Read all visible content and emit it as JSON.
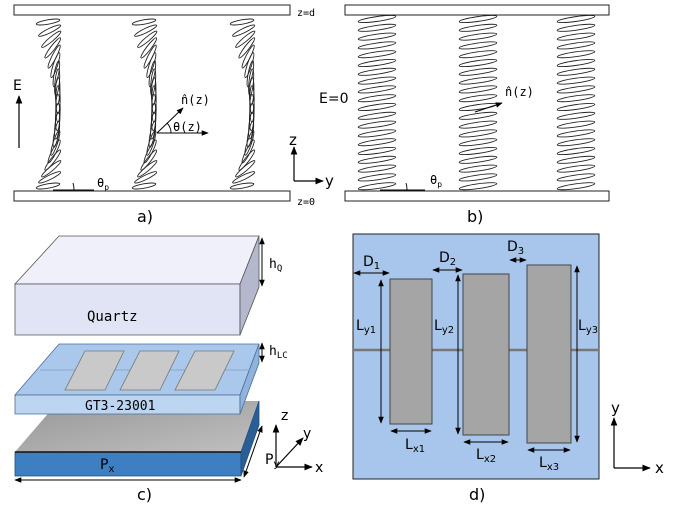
{
  "panel_a": {
    "caption": "a)",
    "z_top": "z=d",
    "z_bottom": "z=0",
    "field_label": "E",
    "director": "n̂(z)",
    "theta": "θ(z)",
    "pretilt": "θ",
    "pretilt_sub": "p"
  },
  "panel_b": {
    "caption": "b)",
    "field_label": "E=0",
    "director": "n̂(z)",
    "pretilt": "θ",
    "pretilt_sub": "p"
  },
  "axes_ab": {
    "z": "z",
    "y": "y"
  },
  "panel_c": {
    "caption": "c)",
    "quartz_label": "Quartz",
    "lc_label": "GT3-23001",
    "h_q": "h",
    "h_q_sub": "Q",
    "h_lc": "h",
    "h_lc_sub": "LC",
    "px": "P",
    "px_sub": "x",
    "py": "P",
    "py_sub": "y",
    "axis_z": "z",
    "axis_y": "y",
    "axis_x": "x"
  },
  "panel_d": {
    "caption": "d)",
    "d": [
      "D",
      "D",
      "D"
    ],
    "d_sub": [
      "1",
      "2",
      "3"
    ],
    "ly": [
      "L",
      "L",
      "L"
    ],
    "ly_sub": [
      "y1",
      "y2",
      "y3"
    ],
    "lx": [
      "L",
      "L",
      "L"
    ],
    "lx_sub": [
      "x1",
      "x2",
      "x3"
    ],
    "axis_y": "y",
    "axis_x": "x"
  },
  "colors": {
    "quartz": "#e4e7f6",
    "lc_layer": "#a9c8ec",
    "ground": "#3a78b8",
    "metal": "#a7a7a7",
    "substrate_d": "#a8c6ec"
  }
}
